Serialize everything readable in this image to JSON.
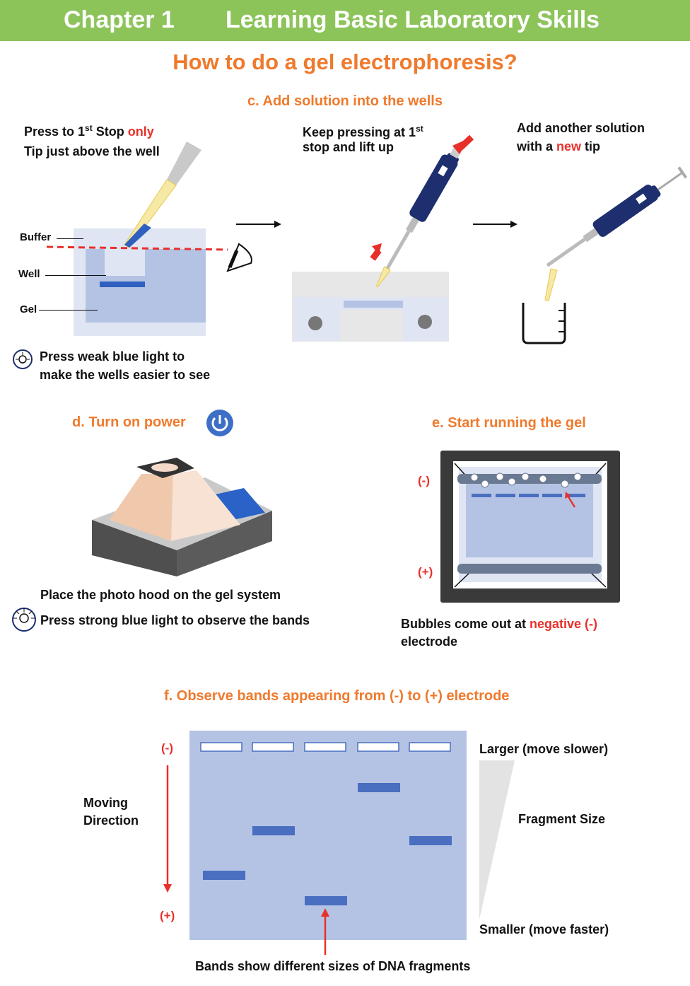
{
  "header": {
    "chapter": "Chapter 1",
    "title": "Learning Basic Laboratory Skills"
  },
  "page_title": "How to do a gel electrophoresis?",
  "section_c": {
    "title": "c. Add solution into the wells",
    "step1": {
      "line1_pre": "Press to 1",
      "line1_sup": "st",
      "line1_mid": " Stop ",
      "line1_red": "only",
      "line2": "Tip just above the well"
    },
    "step2": {
      "line1_pre": "Keep pressing at 1",
      "line1_sup": "st",
      "line2": "stop and lift up"
    },
    "step3": {
      "line1": "Add another solution",
      "line2_pre": "with a ",
      "line2_red": "new",
      "line2_post": " tip"
    },
    "labels": {
      "buffer": "Buffer",
      "well": "Well",
      "gel": "Gel"
    },
    "tip": {
      "line1": "Press weak blue light to",
      "line2": "make the wells easier to see"
    }
  },
  "section_d": {
    "title": "d. Turn on power",
    "caption1": "Place the photo hood on the gel system",
    "caption2": "Press strong blue light to observe the bands"
  },
  "section_e": {
    "title": "e. Start running the gel",
    "neg": "(-)",
    "pos": "(+)",
    "caption_pre": "Bubbles come out at ",
    "caption_red": "negative (-)",
    "caption_line2": "electrode"
  },
  "section_f": {
    "title": "f. Observe bands appearing from (-) to (+) electrode",
    "neg": "(-)",
    "pos": "(+)",
    "moving1": "Moving",
    "moving2": "Direction",
    "larger": "Larger (move slower)",
    "fragment": "Fragment Size",
    "smaller": "Smaller (move faster)",
    "bottom": "Bands show different sizes of DNA fragments"
  },
  "colors": {
    "header_bg": "#8cc45a",
    "accent": "#ef7a2d",
    "red": "#e8302a",
    "gel": "#b4c3e4",
    "band": "#4a6ec0",
    "pipette": "#1d2f6e"
  }
}
